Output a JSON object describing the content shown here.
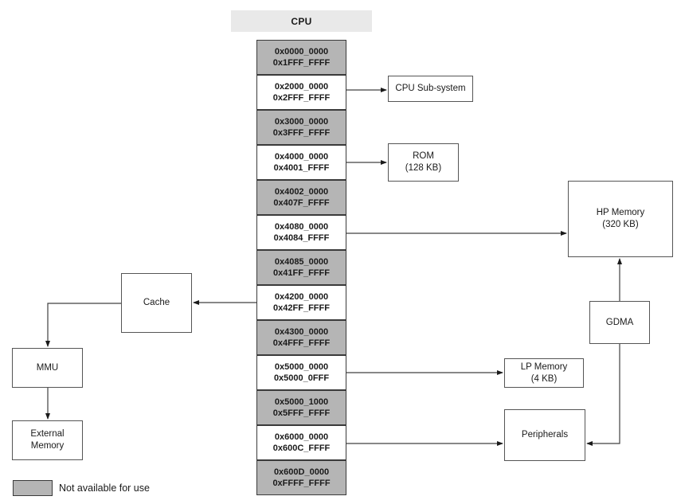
{
  "header": {
    "title": "CPU"
  },
  "colors": {
    "unavailable_fill": "#b5b5b5",
    "available_fill": "#ffffff",
    "header_fill": "#e9e9e9"
  },
  "memory_map": {
    "blocks": [
      {
        "start": "0x0000_0000",
        "end": "0x1FFF_FFFF",
        "available": false
      },
      {
        "start": "0x2000_0000",
        "end": "0x2FFF_FFFF",
        "available": true,
        "maps_to": "CPU Sub-system"
      },
      {
        "start": "0x3000_0000",
        "end": "0x3FFF_FFFF",
        "available": false
      },
      {
        "start": "0x4000_0000",
        "end": "0x4001_FFFF",
        "available": true,
        "maps_to": "ROM"
      },
      {
        "start": "0x4002_0000",
        "end": "0x407F_FFFF",
        "available": false
      },
      {
        "start": "0x4080_0000",
        "end": "0x4084_FFFF",
        "available": true,
        "maps_to": "HP Memory"
      },
      {
        "start": "0x4085_0000",
        "end": "0x41FF_FFFF",
        "available": false
      },
      {
        "start": "0x4200_0000",
        "end": "0x42FF_FFFF",
        "available": true,
        "maps_to": "Cache"
      },
      {
        "start": "0x4300_0000",
        "end": "0x4FFF_FFFF",
        "available": false
      },
      {
        "start": "0x5000_0000",
        "end": "0x5000_0FFF",
        "available": true,
        "maps_to": "LP Memory"
      },
      {
        "start": "0x5000_1000",
        "end": "0x5FFF_FFFF",
        "available": false
      },
      {
        "start": "0x6000_0000",
        "end": "0x600C_FFFF",
        "available": true,
        "maps_to": "Peripherals"
      },
      {
        "start": "0x600D_0000",
        "end": "0xFFFF_FFFF",
        "available": false
      }
    ]
  },
  "components": [
    {
      "id": "cpu-subsystem",
      "label": "CPU Sub-system",
      "sub": ""
    },
    {
      "id": "rom",
      "label": "ROM",
      "sub": "(128 KB)"
    },
    {
      "id": "hp-memory",
      "label": "HP Memory",
      "sub": "(320 KB)"
    },
    {
      "id": "cache",
      "label": "Cache",
      "sub": ""
    },
    {
      "id": "mmu",
      "label": "MMU",
      "sub": ""
    },
    {
      "id": "external-memory",
      "label": "External",
      "sub": "Memory"
    },
    {
      "id": "gdma",
      "label": "GDMA",
      "sub": ""
    },
    {
      "id": "lp-memory",
      "label": "LP Memory",
      "sub": "(4 KB)"
    },
    {
      "id": "peripherals",
      "label": "Peripherals",
      "sub": ""
    }
  ],
  "connections": [
    {
      "from": "0x2000_0000 block",
      "to": "CPU Sub-system"
    },
    {
      "from": "0x4000_0000 block",
      "to": "ROM"
    },
    {
      "from": "0x4080_0000 block",
      "to": "HP Memory"
    },
    {
      "from": "0x4200_0000 block",
      "to": "Cache"
    },
    {
      "from": "Cache",
      "to": "MMU"
    },
    {
      "from": "MMU",
      "to": "External Memory"
    },
    {
      "from": "0x5000_0000 block",
      "to": "LP Memory"
    },
    {
      "from": "0x6000_0000 block",
      "to": "Peripherals"
    },
    {
      "from": "GDMA",
      "to": "HP Memory"
    },
    {
      "from": "GDMA",
      "to": "Peripherals"
    }
  ],
  "legend": {
    "label": "Not available for use",
    "swatch_color": "#b5b5b5"
  }
}
